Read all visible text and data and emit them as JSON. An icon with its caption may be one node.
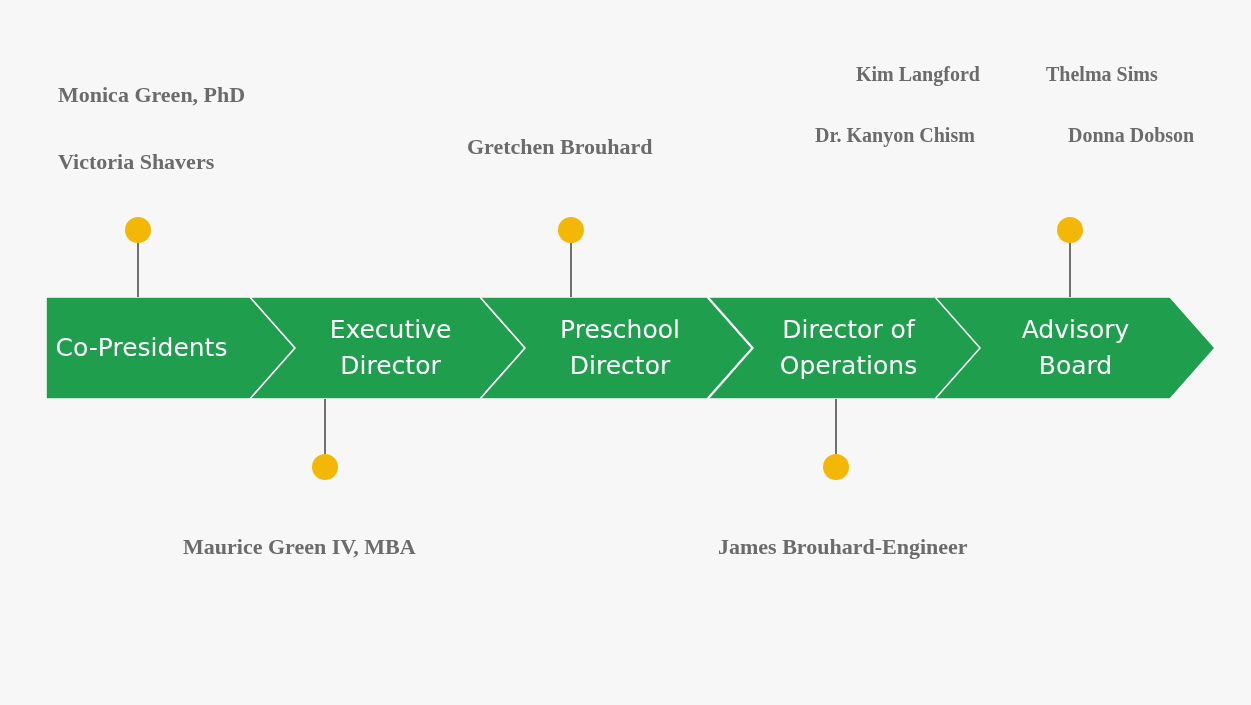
{
  "diagram": {
    "nodes": [
      {
        "text": [
          "Co-Presidents"
        ]
      },
      {
        "text": [
          "Executive Director"
        ]
      },
      {
        "text": [
          "Preschool Director"
        ]
      },
      {
        "text": [
          "Director of Operations"
        ]
      },
      {
        "text": [
          "Advisory Board"
        ]
      },
      {
        "text": [],
        "shape": "circle",
        "beside": [
          "Monica Green, PhD",
          "Victoria Shavers"
        ]
      },
      {
        "text": [],
        "shape": "circle",
        "beside": [
          "Maurice Green IV, MBA"
        ]
      },
      {
        "text": [],
        "shape": "circle",
        "beside": [
          "Gretchen Brouhard"
        ]
      },
      {
        "text": [],
        "shape": "circle",
        "beside": [
          "James Brouhard-Engineer"
        ]
      },
      {
        "text": [],
        "shape": "circle",
        "beside": [
          "Kim Langford",
          "Thelma Sims",
          "Dr. Kanyon Chism",
          "Donna Dobson"
        ]
      }
    ],
    "edges": [
      {
        "from": 5,
        "to": 0,
        "arrow": "none"
      },
      {
        "from": 6,
        "to": 1,
        "arrow": "none"
      },
      {
        "from": 7,
        "to": 2,
        "arrow": "none"
      },
      {
        "from": 8,
        "to": 3,
        "arrow": "none"
      },
      {
        "from": 9,
        "to": 4,
        "arrow": "none"
      }
    ]
  }
}
